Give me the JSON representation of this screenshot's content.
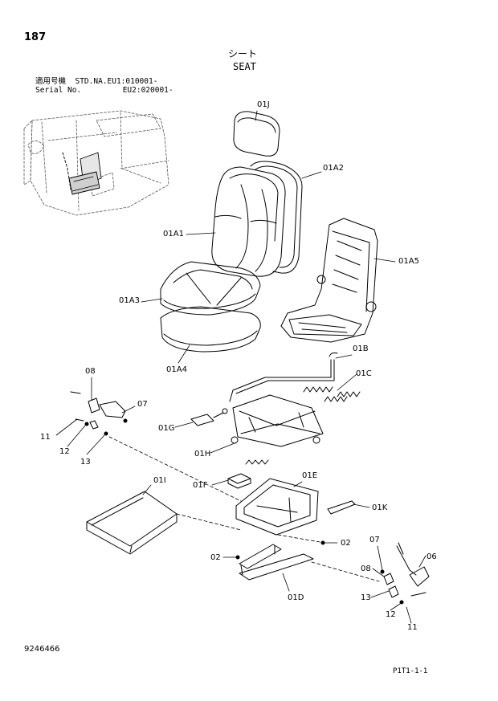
{
  "page_number": "187",
  "title_jp": "シート",
  "title_en": "SEAT",
  "applicability": {
    "label_jp": "適用号機",
    "label_en": "Serial No.",
    "std_prefix": "STD.NA.",
    "eu1": "EU1:010001-",
    "eu2": "EU2:020001-"
  },
  "document_id": "9246466",
  "page_ref": "P1T1-1-1",
  "callouts": {
    "c01J": "01J",
    "c01A2": "01A2",
    "c01A1": "01A1",
    "c01A5": "01A5",
    "c01A3": "01A3",
    "c01A4": "01A4",
    "c01B": "01B",
    "c01C": "01C",
    "c08a": "08",
    "c07a": "07",
    "c01G": "01G",
    "c11a": "11",
    "c12a": "12",
    "c13a": "13",
    "c01H": "01H",
    "c01I": "01I",
    "c01F": "01F",
    "c01E": "01E",
    "c01K": "01K",
    "c02a": "02",
    "c02b": "02",
    "c01D": "01D",
    "c07b": "07",
    "c06": "06",
    "c08b": "08",
    "c13b": "13",
    "c12b": "12",
    "c11b": "11"
  }
}
